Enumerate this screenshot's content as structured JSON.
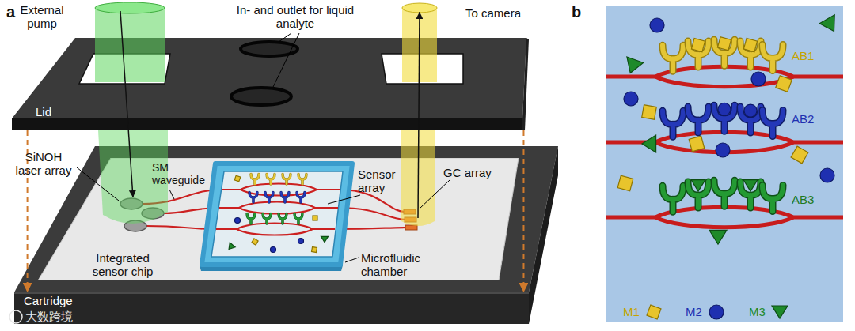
{
  "diagram": {
    "nodes": [
      {
        "text": [
          "Lid"
        ]
      },
      {
        "text": [
          "Integrated sensor chip"
        ]
      },
      {
        "text": [
          "Cartridge"
        ]
      }
    ],
    "edges": [
      {
        "from": 0,
        "to": 2,
        "arrow": "to"
      },
      {
        "from": 0,
        "to": 2,
        "arrow": "to"
      }
    ],
    "labels": [
      "a",
      "External pump",
      "In- and outlet for liquid analyte",
      "To camera",
      "SiNOH laser array",
      "SM waveguide",
      "Sensor array",
      "GC array",
      "Microfluidic chamber",
      "大数跨境",
      "b",
      "AB1",
      "AB2",
      "AB3"
    ],
    "legend": [
      {
        "text": "M1"
      },
      {
        "text": "M2"
      },
      {
        "text": "M3"
      }
    ]
  }
}
